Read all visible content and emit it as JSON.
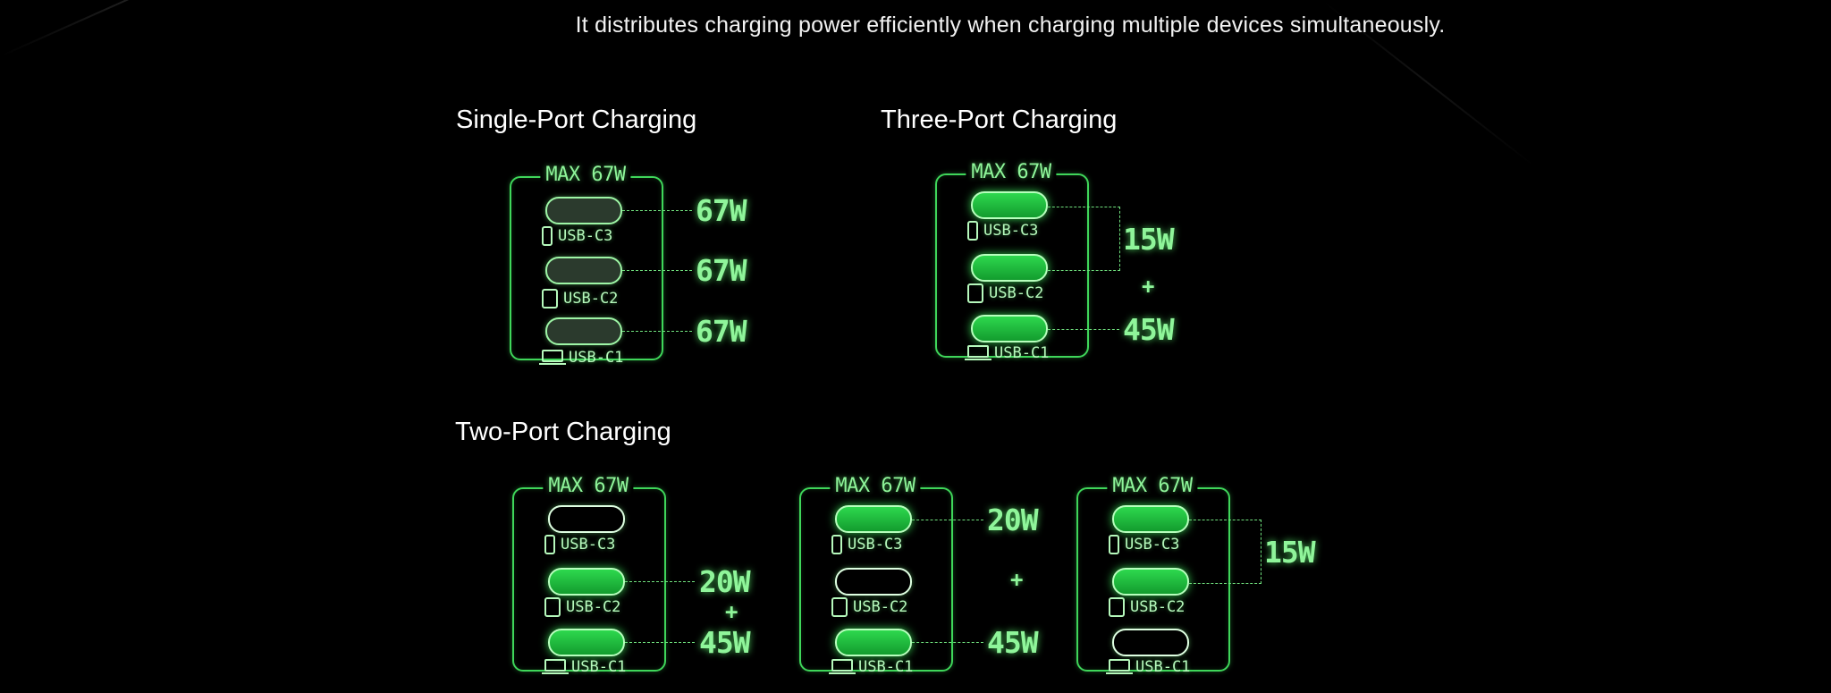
{
  "intro": "It distributes charging power efficiently when charging multiple devices simultaneously.",
  "colors": {
    "background": "#000000",
    "frame": "#3fd65a",
    "glow_text": "#8ff59a",
    "port_active": "#2ed84e",
    "port_idle": "#2b3a2d"
  },
  "ports": [
    {
      "label": "USB-C3",
      "device_icon": "phone-icon"
    },
    {
      "label": "USB-C2",
      "device_icon": "tablet-icon"
    },
    {
      "label": "USB-C1",
      "device_icon": "laptop-icon"
    }
  ],
  "max_label": "MAX 67W",
  "plus": "+",
  "sections": {
    "single": {
      "title": "Single-Port Charging",
      "port_states": [
        "idle",
        "idle",
        "idle"
      ],
      "watts": [
        "67W",
        "67W",
        "67W"
      ]
    },
    "three": {
      "title": "Three-Port Charging",
      "port_states": [
        "active",
        "active",
        "active"
      ],
      "shared_watt": "15W",
      "watt_c1": "45W"
    },
    "two": {
      "title": "Two-Port Charging",
      "configs": [
        {
          "port_states": [
            "empty",
            "active",
            "active"
          ],
          "watt_top": "20W",
          "watt_bottom": "45W"
        },
        {
          "port_states": [
            "active",
            "empty",
            "active"
          ],
          "watt_top": "20W",
          "watt_bottom": "45W"
        },
        {
          "port_states": [
            "active",
            "active",
            "empty"
          ],
          "shared_watt": "15W"
        }
      ]
    }
  }
}
